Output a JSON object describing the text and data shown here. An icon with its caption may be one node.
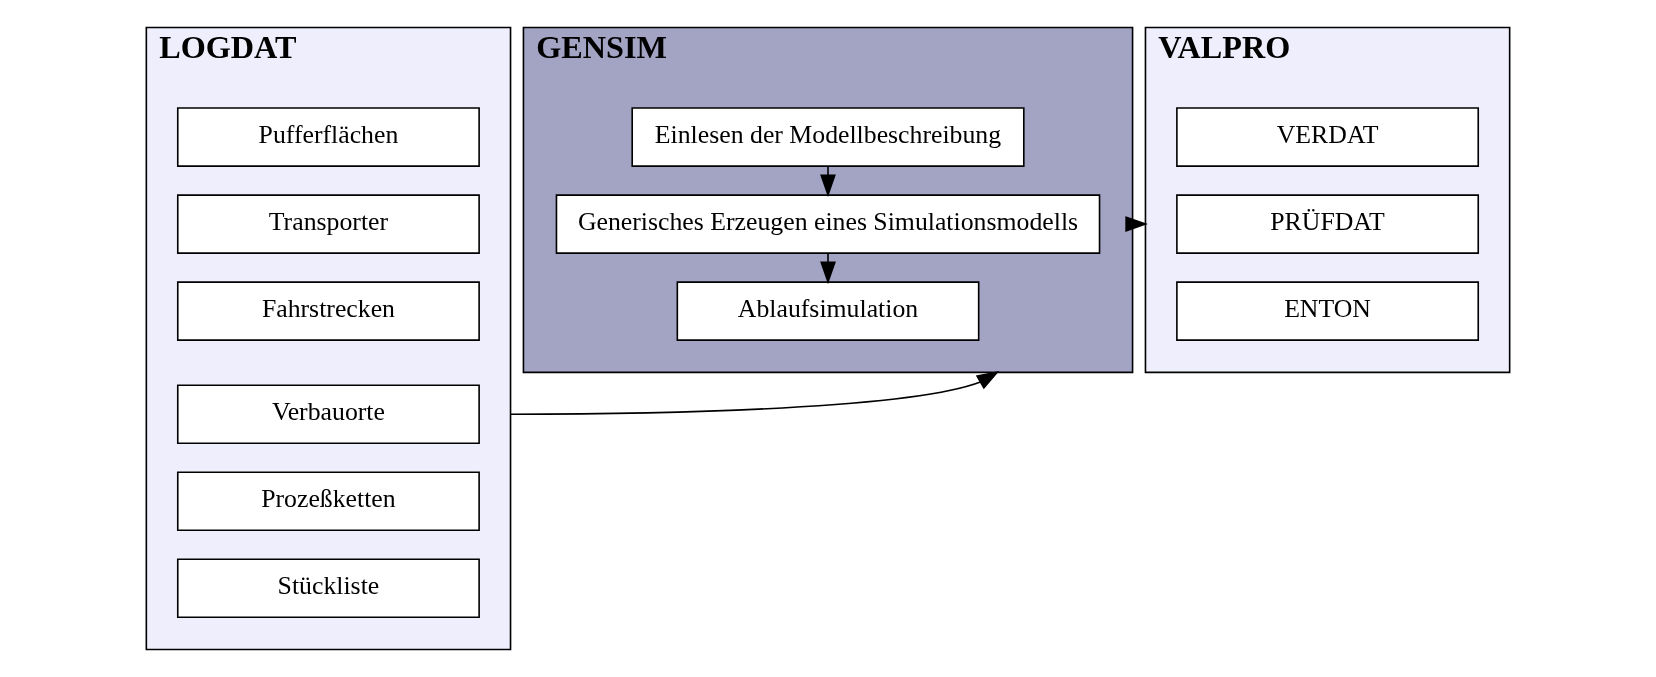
{
  "diagram": {
    "nodes": [
      {
        "text": [
          "LOGDAT"
        ]
      },
      {
        "text": [
          "Pufferflächen"
        ],
        "in": 0
      },
      {
        "text": [
          "Transporter"
        ],
        "in": 0
      },
      {
        "text": [
          "Fahrstrecken"
        ],
        "in": 0
      },
      {
        "text": [
          "Verbauorte"
        ],
        "in": 0
      },
      {
        "text": [
          "Prozeßketten"
        ],
        "in": 0
      },
      {
        "text": [
          "Stückliste"
        ],
        "in": 0
      },
      {
        "text": [
          "GENSIM"
        ]
      },
      {
        "text": [
          "Einlesen der Modellbeschreibung"
        ],
        "in": 7
      },
      {
        "text": [
          "Generisches Erzeugen eines Simulationsmodells"
        ],
        "in": 7
      },
      {
        "text": [
          "Ablaufsimulation"
        ],
        "in": 7
      },
      {
        "text": [
          "VALPRO"
        ]
      },
      {
        "text": [
          "VERDAT"
        ],
        "in": 11
      },
      {
        "text": [
          "PRÜFDAT"
        ],
        "in": 11
      },
      {
        "text": [
          "ENTON"
        ],
        "in": 11
      }
    ],
    "edges": [
      {
        "from": 0,
        "to": 7,
        "arrow": "to"
      },
      {
        "from": 8,
        "to": 9,
        "arrow": "to"
      },
      {
        "from": 9,
        "to": 10,
        "arrow": "to"
      },
      {
        "from": 7,
        "to": 11,
        "arrow": "to"
      }
    ]
  }
}
